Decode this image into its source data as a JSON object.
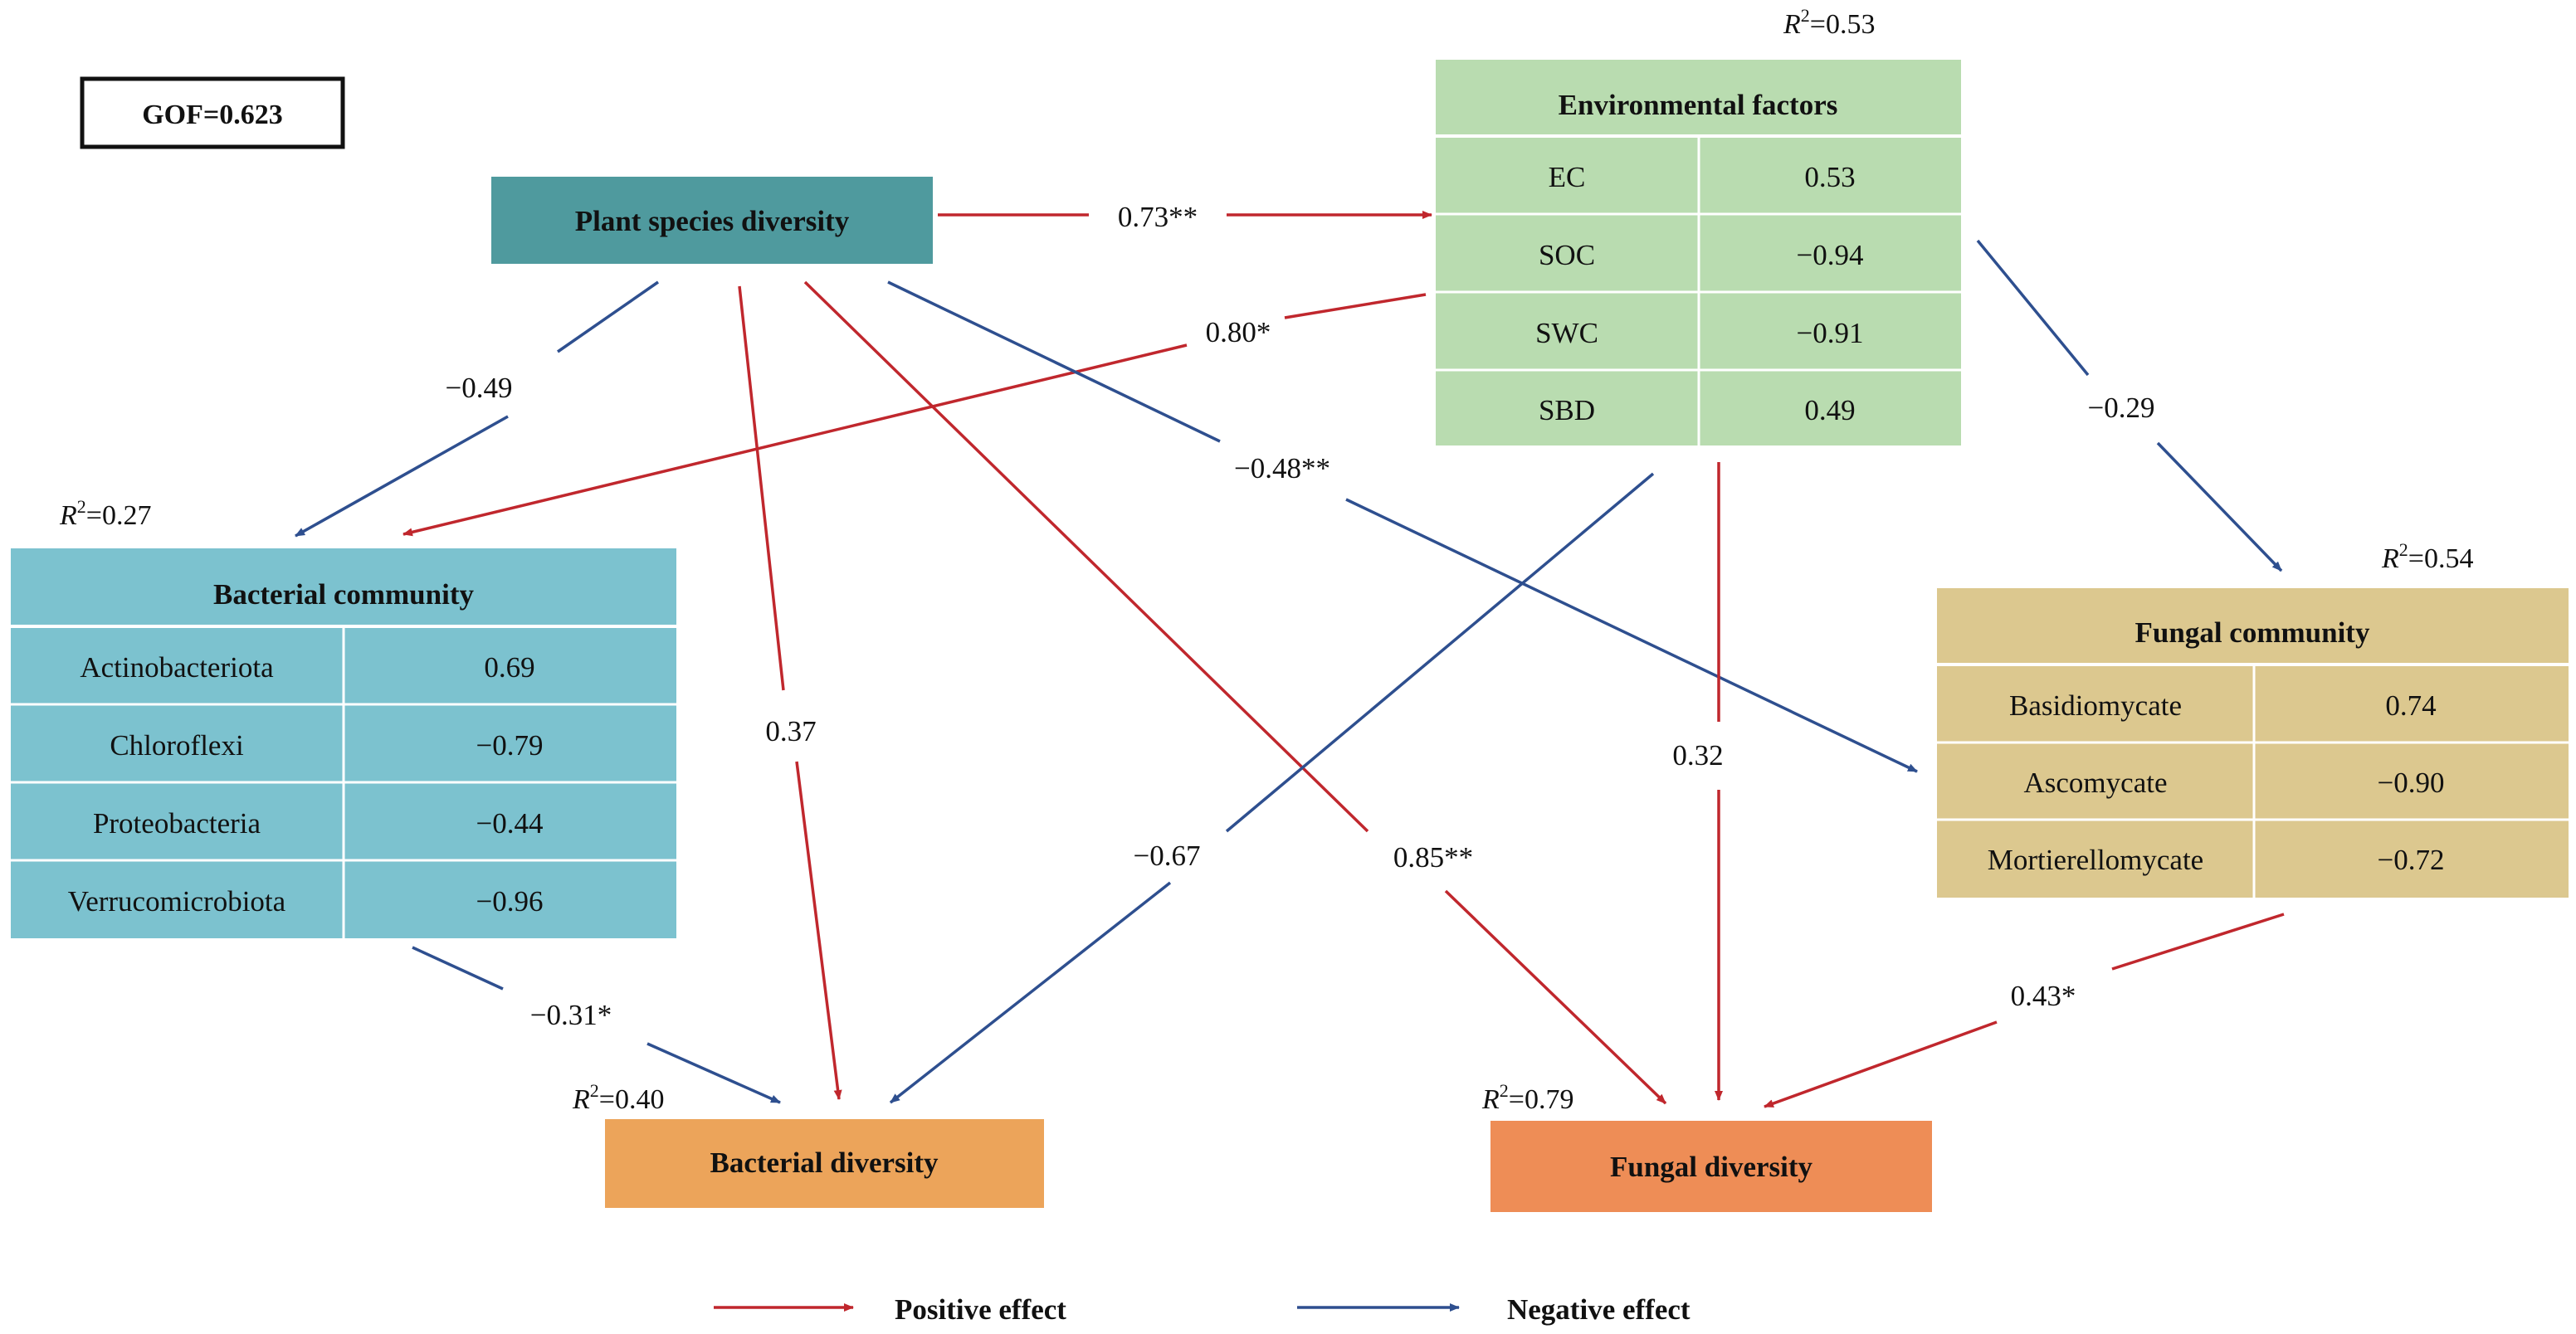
{
  "gof_label": "GOF=0.623",
  "colors": {
    "positive": "#c0272d",
    "negative": "#2e4f8f",
    "plant": "#4f9a9e",
    "environment": "#b9dcb0",
    "bacterial_community": "#7cc2cf",
    "fungal_community": "#dcc88f",
    "bacterial_diversity": "#eca45a",
    "fungal_diversity": "#ee8d56"
  },
  "nodes": {
    "plant": {
      "title": "Plant species diversity"
    },
    "environment": {
      "title": "Environmental factors",
      "r2": "=0.53",
      "rows": [
        {
          "label": "EC",
          "value": "0.53"
        },
        {
          "label": "SOC",
          "value": "−0.94"
        },
        {
          "label": "SWC",
          "value": "−0.91"
        },
        {
          "label": "SBD",
          "value": "0.49"
        }
      ]
    },
    "bacterial_community": {
      "title": "Bacterial community",
      "r2": "=0.27",
      "rows": [
        {
          "label": "Actinobacteriota",
          "value": "0.69"
        },
        {
          "label": "Chloroflexi",
          "value": "−0.79"
        },
        {
          "label": "Proteobacteria",
          "value": "−0.44"
        },
        {
          "label": "Verrucomicrobiota",
          "value": "−0.96"
        }
      ]
    },
    "fungal_community": {
      "title": "Fungal community",
      "r2": "=0.54",
      "rows": [
        {
          "label": "Basidiomycate",
          "value": "0.74"
        },
        {
          "label": "Ascomycate",
          "value": "−0.90"
        },
        {
          "label": "Mortierellomycate",
          "value": "−0.72"
        }
      ]
    },
    "bacterial_diversity": {
      "title": "Bacterial diversity",
      "r2": "=0.40"
    },
    "fungal_diversity": {
      "title": "Fungal diversity",
      "r2": "=0.79"
    }
  },
  "r2_symbol": "R",
  "r2_exponent": "2",
  "paths": [
    {
      "id": "plant-env",
      "label": "0.73**",
      "sign": "positive"
    },
    {
      "id": "plant-bac",
      "label": "−0.49",
      "sign": "negative"
    },
    {
      "id": "env-bac",
      "label": "0.80*",
      "sign": "positive"
    },
    {
      "id": "plant-bacdiv",
      "label": "0.37",
      "sign": "positive"
    },
    {
      "id": "plant-fundiv",
      "label": "0.85**",
      "sign": "positive"
    },
    {
      "id": "plant-fun",
      "label": "−0.48**",
      "sign": "negative"
    },
    {
      "id": "env-fun",
      "label": "−0.29",
      "sign": "negative"
    },
    {
      "id": "env-bacdiv",
      "label": "−0.67",
      "sign": "negative"
    },
    {
      "id": "env-fundiv",
      "label": "0.32",
      "sign": "positive"
    },
    {
      "id": "bac-bacdiv",
      "label": "−0.31*",
      "sign": "negative"
    },
    {
      "id": "fun-fundiv",
      "label": "0.43*",
      "sign": "positive"
    }
  ],
  "legend": {
    "positive": "Positive effect",
    "negative": "Negative effect"
  }
}
